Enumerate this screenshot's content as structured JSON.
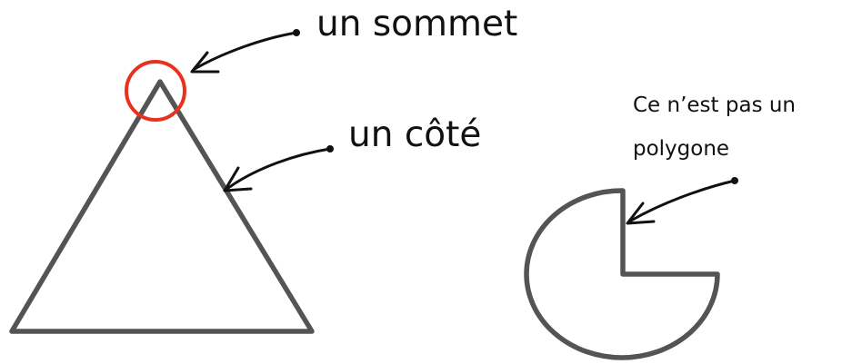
{
  "labels": {
    "vertex": "un sommet",
    "side": "un côté",
    "not_polygon_line1": "Ce n’est pas un",
    "not_polygon_line2": "polygone"
  },
  "colors": {
    "shape_stroke": "#545454",
    "highlight_circle": "#e8321f",
    "arrow": "#111111",
    "text": "#111111",
    "background": "#ffffff"
  },
  "icons": {
    "vertex_arrow": "hand-drawn-arrow-icon",
    "side_arrow": "hand-drawn-arrow-icon",
    "non_polygon_arrow": "hand-drawn-arrow-icon"
  }
}
